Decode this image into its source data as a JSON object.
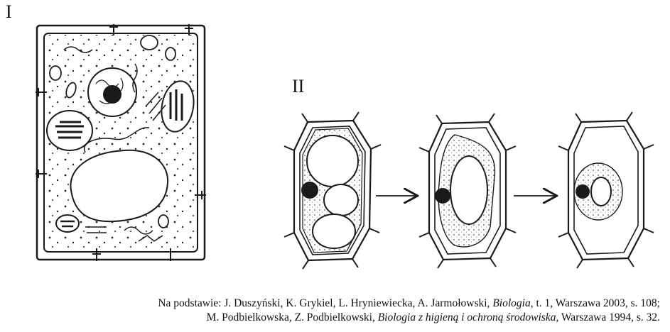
{
  "labels": {
    "panel_one": "I",
    "panel_two": "II"
  },
  "caption": {
    "line1": {
      "pre": "Na podstawie: J. Duszyński, K. Grykiel, L. Hryniewiecka, A. Jarmołowski, ",
      "title": "Biologia",
      "post": ", t. 1, Warszawa 2003, s. 108;"
    },
    "line2": {
      "pre": "M. Podbielkowska, Z. Podbielkowski, ",
      "title": "Biologia z higieną i ochroną środowiska,",
      "post": " Warszawa 1994, s. 32."
    }
  },
  "colors": {
    "ink": "#1a1a1a",
    "stipple": "#9a9a9a",
    "background": "#ffffff"
  }
}
